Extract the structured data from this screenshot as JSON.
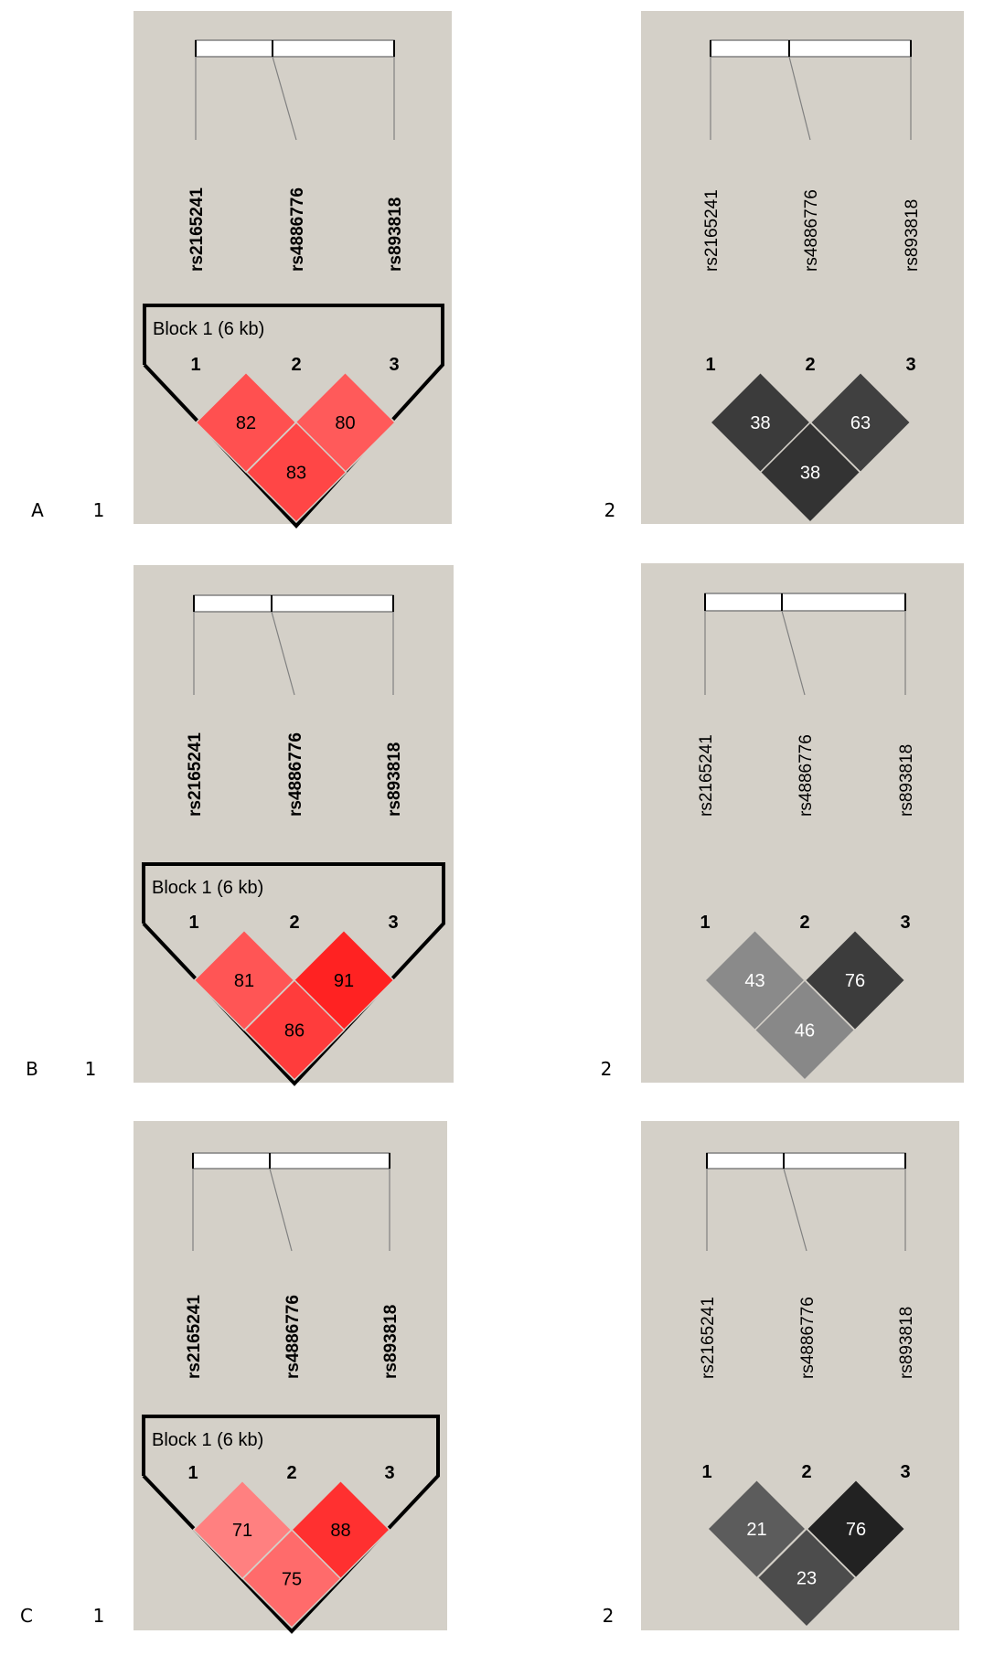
{
  "figure": {
    "panel_background": "#d4d0c8",
    "snp_names": [
      "rs2165241",
      "rs4886776",
      "rs893818"
    ],
    "marker_numbers": [
      "1",
      "2",
      "3"
    ],
    "rows": [
      {
        "letter": "A",
        "panels": [
          {
            "label": "1",
            "style": "color",
            "block_label": "Block 1 (6 kb)",
            "cells": [
              {
                "pair": "1-2",
                "value": "82",
                "color": "#ff5050"
              },
              {
                "pair": "2-3",
                "value": "80",
                "color": "#ff5a5a"
              },
              {
                "pair": "1-3",
                "value": "83",
                "color": "#ff4646"
              }
            ]
          },
          {
            "label": "2",
            "style": "gray",
            "cells": [
              {
                "pair": "1-2",
                "value": "38",
                "color": "#3b3b3b"
              },
              {
                "pair": "2-3",
                "value": "63",
                "color": "#404040"
              },
              {
                "pair": "1-3",
                "value": "38",
                "color": "#333333"
              }
            ]
          }
        ]
      },
      {
        "letter": "B",
        "panels": [
          {
            "label": "1",
            "style": "color",
            "block_label": "Block 1 (6 kb)",
            "cells": [
              {
                "pair": "1-2",
                "value": "81",
                "color": "#ff5555"
              },
              {
                "pair": "2-3",
                "value": "91",
                "color": "#ff2222"
              },
              {
                "pair": "1-3",
                "value": "86",
                "color": "#ff3c3c"
              }
            ]
          },
          {
            "label": "2",
            "style": "gray",
            "cells": [
              {
                "pair": "1-2",
                "value": "43",
                "color": "#8a8a8a"
              },
              {
                "pair": "2-3",
                "value": "76",
                "color": "#3c3c3c"
              },
              {
                "pair": "1-3",
                "value": "46",
                "color": "#888888"
              }
            ]
          }
        ]
      },
      {
        "letter": "C",
        "panels": [
          {
            "label": "1",
            "style": "color",
            "block_label": "Block 1 (6 kb)",
            "cells": [
              {
                "pair": "1-2",
                "value": "71",
                "color": "#ff8080"
              },
              {
                "pair": "2-3",
                "value": "88",
                "color": "#ff3030"
              },
              {
                "pair": "1-3",
                "value": "75",
                "color": "#ff6b6b"
              }
            ]
          },
          {
            "label": "2",
            "style": "gray",
            "cells": [
              {
                "pair": "1-2",
                "value": "21",
                "color": "#5c5c5c"
              },
              {
                "pair": "2-3",
                "value": "76",
                "color": "#222222"
              },
              {
                "pair": "1-3",
                "value": "23",
                "color": "#4c4c4c"
              }
            ]
          }
        ]
      }
    ]
  }
}
